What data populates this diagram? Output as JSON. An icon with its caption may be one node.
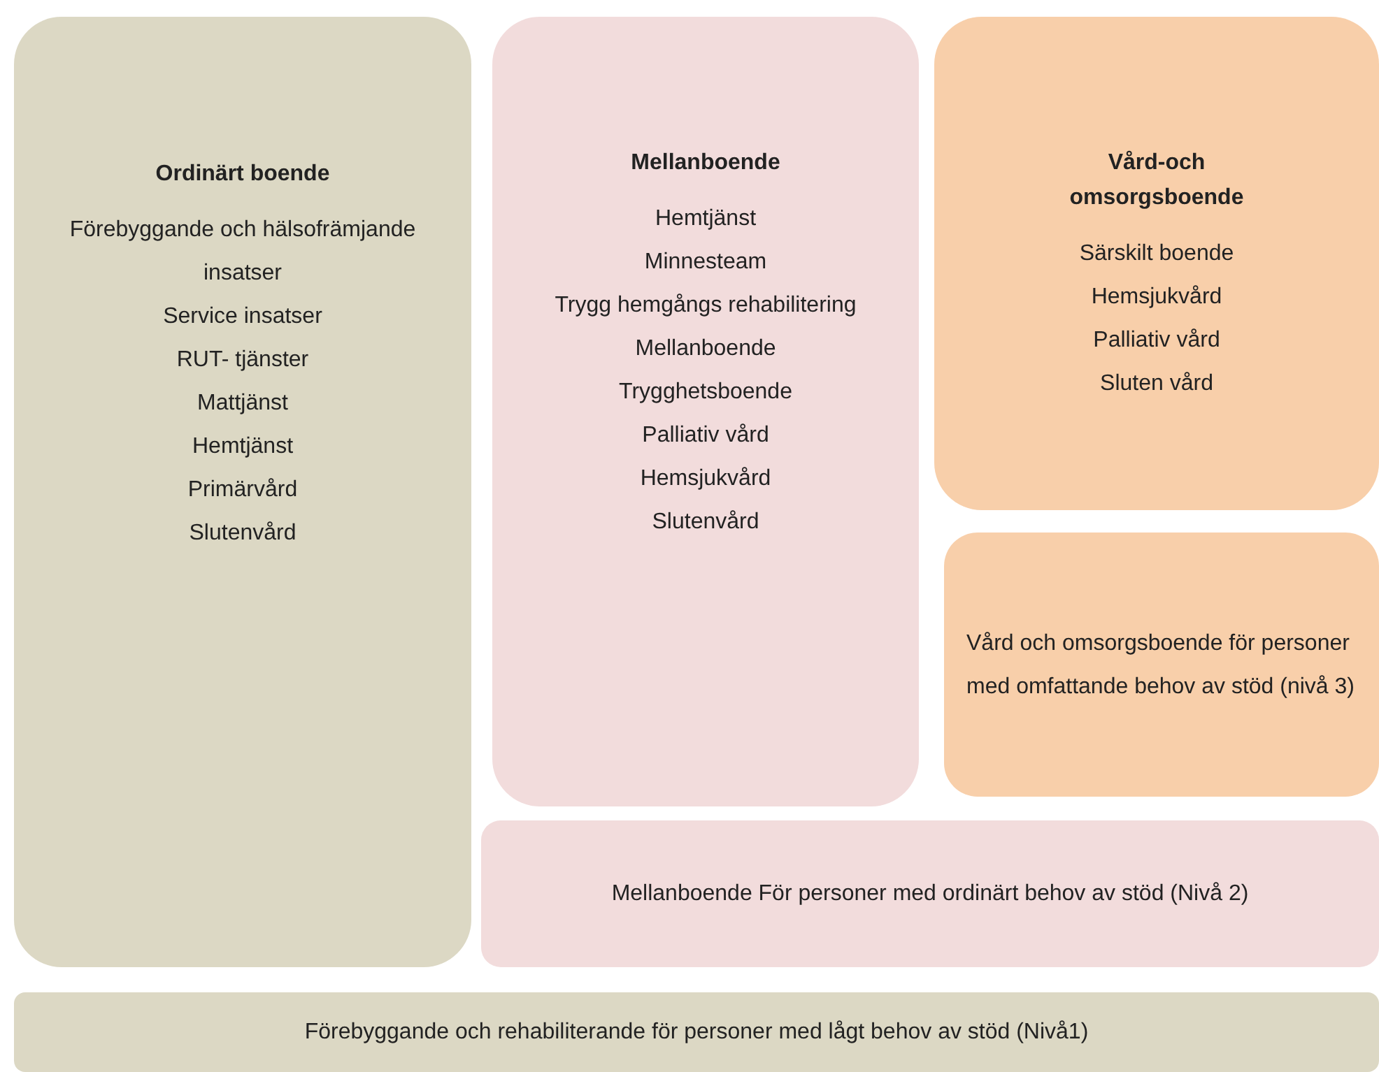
{
  "diagram": {
    "nodes": [
      {
        "text": [
          "Ordinärt boende",
          "Förebyggande och hälsofrämjande insatser",
          "Service insatser",
          "RUT- tjänster",
          "Mattjänst",
          "Hemtjänst",
          "Primärvård",
          "Slutenvård"
        ]
      },
      {
        "text": [
          "Mellanboende",
          "Hemtjänst",
          "Minnesteam",
          "Trygg hemgångs rehabilitering",
          "Mellanboende",
          "Trygghetsboende",
          "Palliativ vård",
          "Hemsjukvård",
          "Slutenvård"
        ]
      },
      {
        "text": [
          "Vård-och omsorgsboende",
          "Särskilt boende",
          "Hemsjukvård",
          "Palliativ vård",
          "Sluten vård"
        ]
      },
      {
        "text": [
          "Vård och omsorgsboende för personer med omfattande behov av stöd (nivå 3)"
        ]
      },
      {
        "text": [
          "Mellanboende För personer med ordinärt behov av stöd (Nivå 2)"
        ]
      },
      {
        "text": [
          "Förebyggande och rehabiliterande för personer med lågt behov av stöd (Nivå1)"
        ]
      }
    ]
  }
}
